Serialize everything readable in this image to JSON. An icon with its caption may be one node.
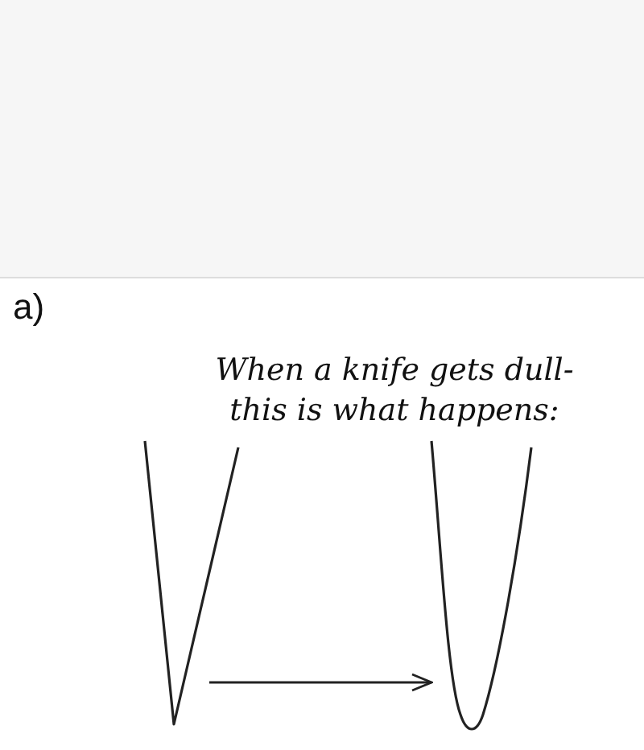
{
  "diagram": {
    "title": "When a knife gets dull- this is what happens:",
    "nodes": [
      {
        "text": [],
        "shape": "picture"
      },
      {
        "text": [],
        "shape": "picture"
      }
    ],
    "edges": [
      {
        "from": 0,
        "to": 1,
        "arrow": "to"
      }
    ],
    "labels": [
      "a)"
    ]
  }
}
